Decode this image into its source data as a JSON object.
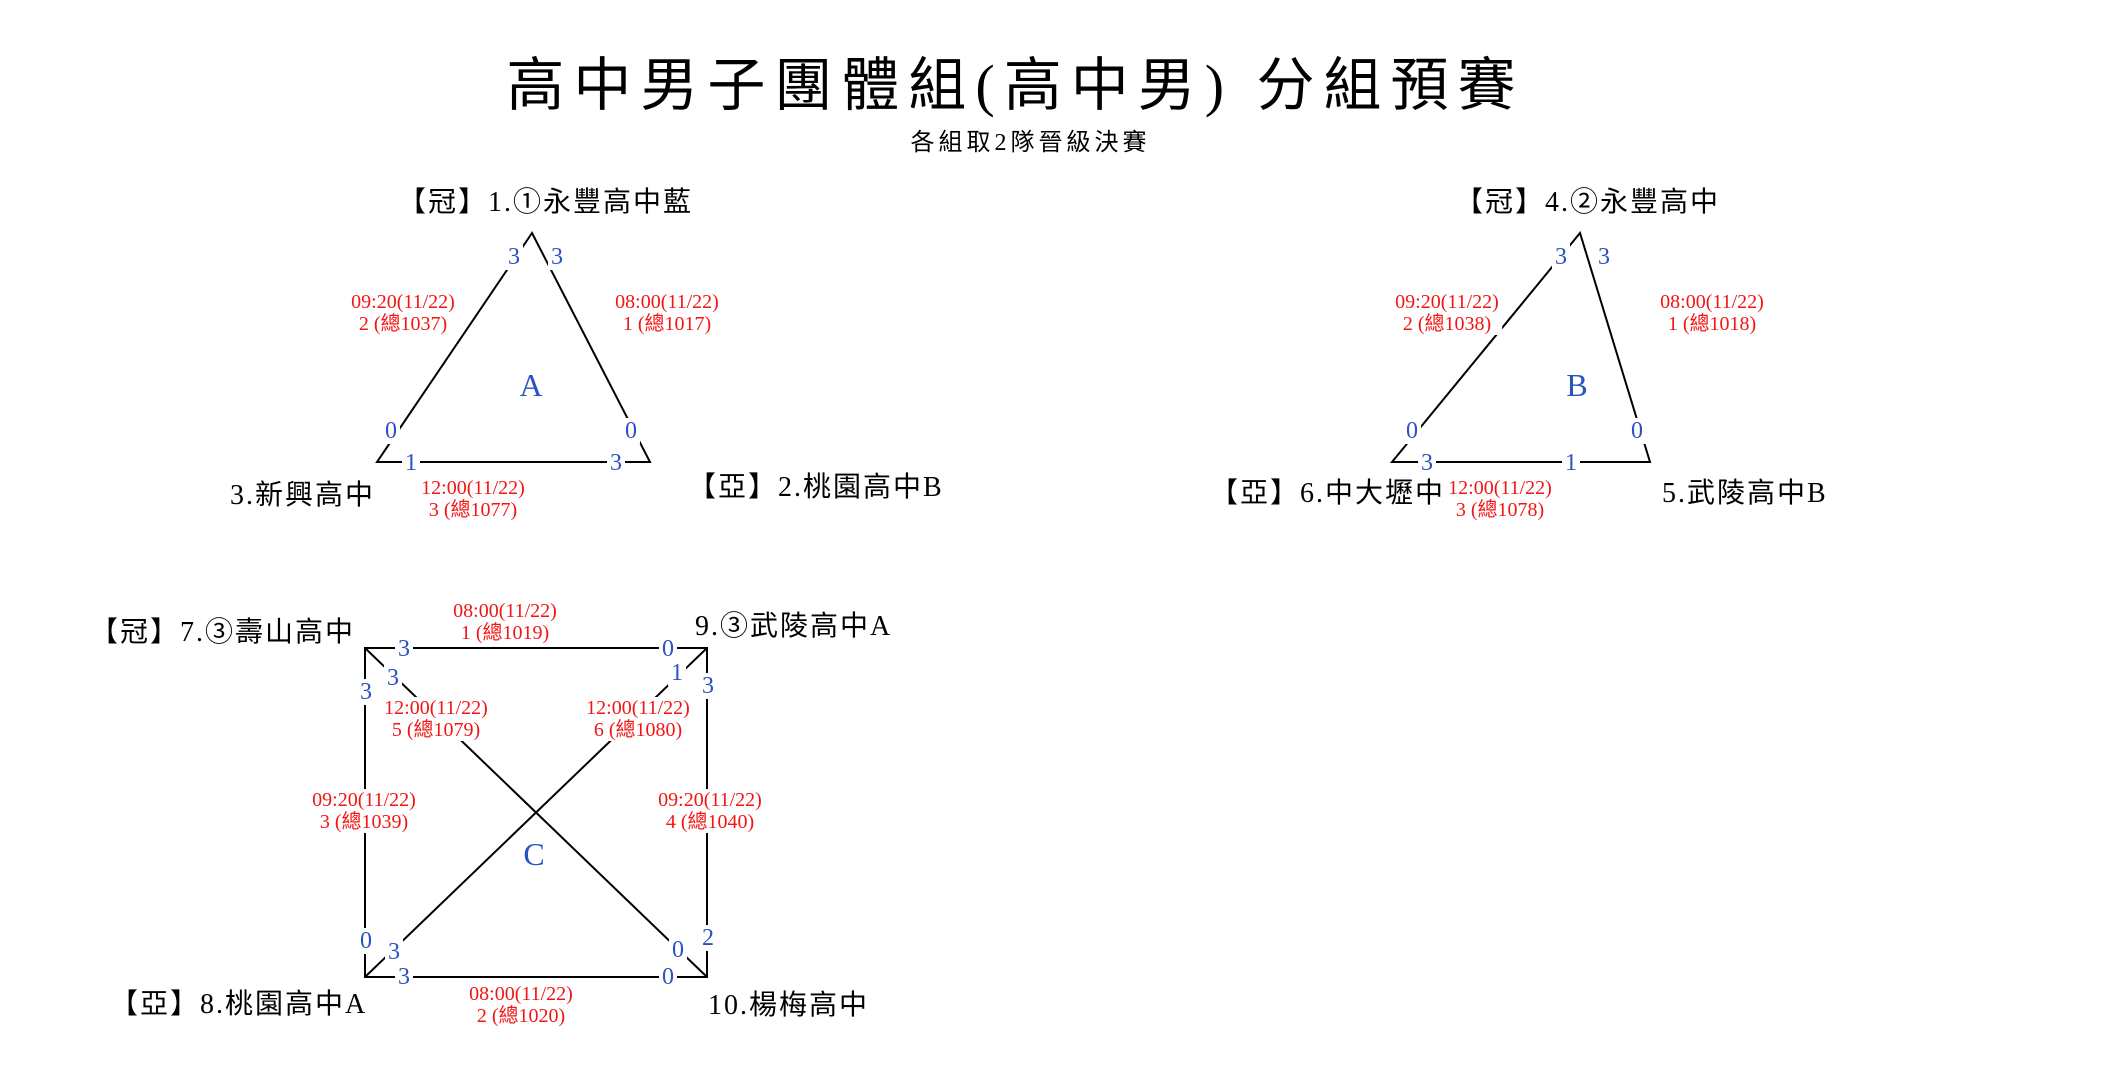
{
  "page": {
    "title": "高中男子團體組(高中男) 分組預賽",
    "subtitle": "各組取2隊晉級決賽"
  },
  "colors": {
    "score_blue": "#2a52c2",
    "schedule_red": "#f31515",
    "line_black": "#000000"
  },
  "groups": [
    {
      "letter": "A",
      "teams": {
        "top": "【冠】1.①永豐高中藍",
        "bottom_left": "3.新興高中",
        "bottom_right": "【亞】2.桃園高中B"
      },
      "matches": {
        "left": {
          "time": "09:20(11/22)",
          "detail": "2 (總1037)"
        },
        "right": {
          "time": "08:00(11/22)",
          "detail": "1 (總1017)"
        },
        "bottom": {
          "time": "12:00(11/22)",
          "detail": "3 (總1077)"
        }
      },
      "scores": {
        "apex_left": "3",
        "apex_right": "3",
        "left_slope": "0",
        "base_left": "1",
        "base_right": "3",
        "right_slope": "0"
      }
    },
    {
      "letter": "B",
      "teams": {
        "top": "【冠】4.②永豐高中",
        "bottom_left": "【亞】6.中大壢中",
        "bottom_right": "5.武陵高中B"
      },
      "matches": {
        "left": {
          "time": "09:20(11/22)",
          "detail": "2 (總1038)"
        },
        "right": {
          "time": "08:00(11/22)",
          "detail": "1 (總1018)"
        },
        "bottom": {
          "time": "12:00(11/22)",
          "detail": "3 (總1078)"
        }
      },
      "scores": {
        "apex_left": "3",
        "apex_right": "3",
        "left_slope": "0",
        "base_left": "3",
        "base_right": "1",
        "right_slope": "0"
      }
    },
    {
      "letter": "C",
      "teams": {
        "top_left": "【冠】7.③壽山高中",
        "top_right": "9.③武陵高中A",
        "bottom_left": "【亞】8.桃園高中A",
        "bottom_right": "10.楊梅高中"
      },
      "matches": {
        "top": {
          "time": "08:00(11/22)",
          "detail": "1 (總1019)"
        },
        "diag_left": {
          "time": "12:00(11/22)",
          "detail": "5 (總1079)"
        },
        "diag_right": {
          "time": "12:00(11/22)",
          "detail": "6 (總1080)"
        },
        "left": {
          "time": "09:20(11/22)",
          "detail": "3 (總1039)"
        },
        "right": {
          "time": "09:20(11/22)",
          "detail": "4 (總1040)"
        },
        "bottom": {
          "time": "08:00(11/22)",
          "detail": "2 (總1020)"
        }
      },
      "scores": {
        "top_edge_left": "3",
        "top_edge_right": "0",
        "left_edge_top": "3",
        "tl_diag": "3",
        "tr_diag": "1",
        "right_edge_top": "3",
        "left_edge_bottom": "0",
        "bl_diag": "3",
        "bottom_edge_left": "3",
        "right_edge_bottom": "2",
        "br_diag": "0",
        "bottom_edge_right": "0"
      }
    }
  ]
}
